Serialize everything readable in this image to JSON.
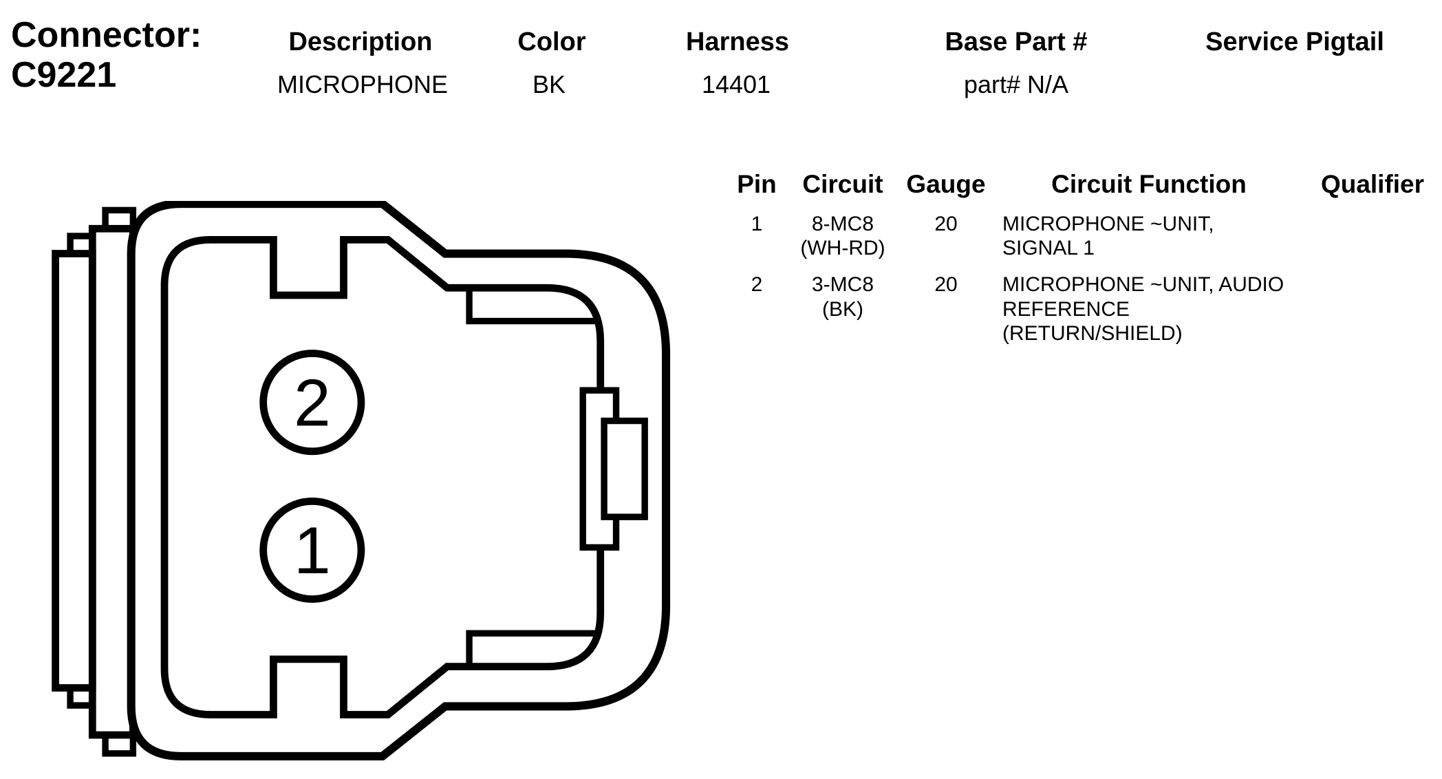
{
  "page": {
    "background": "#ffffff",
    "ink": "#000000"
  },
  "header": {
    "connector_label": "Connector:",
    "connector_id": "C9221",
    "columns": [
      {
        "label": "Description",
        "value": "MICROPHONE"
      },
      {
        "label": "Color",
        "value": "BK"
      },
      {
        "label": "Harness",
        "value": "14401"
      },
      {
        "label": "Base Part #",
        "value": "part# N/A"
      },
      {
        "label": "Service Pigtail",
        "value": ""
      }
    ]
  },
  "pin_table": {
    "headers": [
      "Pin",
      "Circuit",
      "Gauge",
      "Circuit Function",
      "Qualifier"
    ],
    "rows": [
      {
        "pin": "1",
        "circuit": "8-MC8\n(WH-RD)",
        "gauge": "20",
        "function": "MICROPHONE ~UNIT,\nSIGNAL 1",
        "qualifier": ""
      },
      {
        "pin": "2",
        "circuit": "3-MC8\n(BK)",
        "gauge": "20",
        "function": "MICROPHONE ~UNIT, AUDIO\nREFERENCE\n(RETURN/SHIELD)",
        "qualifier": ""
      }
    ]
  },
  "diagram": {
    "cavity_labels": [
      "2",
      "1"
    ]
  }
}
